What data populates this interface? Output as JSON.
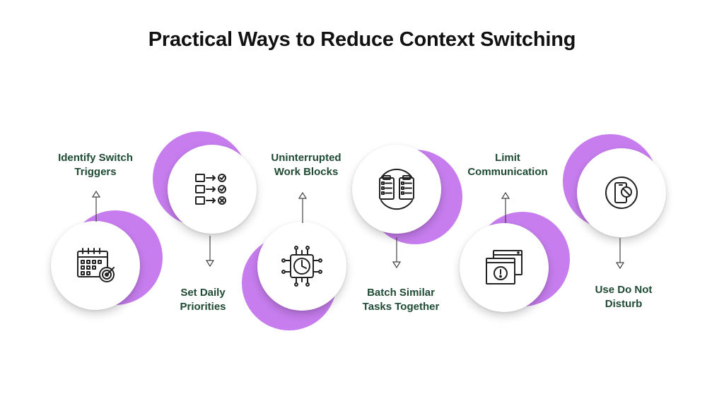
{
  "title": "Practical Ways to Reduce Context Switching",
  "steps": [
    {
      "label_line1": "Identify Switch",
      "label_line2": "Triggers",
      "icon": "calendar-target-icon"
    },
    {
      "label_line1": "Set Daily",
      "label_line2": "Priorities",
      "icon": "checklist-priorities-icon"
    },
    {
      "label_line1": "Uninterrupted",
      "label_line2": "Work Blocks",
      "icon": "clock-chip-icon"
    },
    {
      "label_line1": "Batch Similar",
      "label_line2": "Tasks Together",
      "icon": "clipboards-cycle-icon"
    },
    {
      "label_line1": "Limit",
      "label_line2": "Communication",
      "icon": "alert-windows-icon"
    },
    {
      "label_line1": "Use Do Not",
      "label_line2": "Disturb",
      "icon": "phone-blocked-icon"
    }
  ],
  "colors": {
    "accent": "#c77dee",
    "label": "#1f4a34",
    "title": "#111111",
    "icon": "#222222"
  }
}
